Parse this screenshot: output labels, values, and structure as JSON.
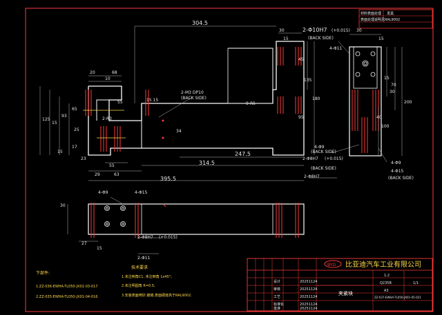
{
  "drawing": {
    "top_view": {
      "dims": [
        "304.5",
        "30",
        "15",
        "45",
        "135",
        "180",
        "95",
        "247.5",
        "314.5",
        "395.5",
        "9-R5",
        "20",
        "68",
        "10",
        "55",
        "65",
        "93",
        "125",
        "15",
        "25",
        "17",
        "15",
        "23",
        "29",
        "63",
        "55",
        "2-R3",
        "34",
        "15 15"
      ],
      "notes": {
        "m3_line1": "2-M3 DP10",
        "m3_line2": "(BACK SIDE)"
      }
    },
    "side_view": {
      "dims": [
        "30",
        "15",
        "4-Φ11",
        "15",
        "30",
        "70",
        "200",
        "100",
        "40",
        "4-Φ9",
        "4-Φ15",
        "2-Φ8H7"
      ],
      "notes": {
        "hole1": "2-Φ10H7",
        "tol1": "(+0.015)",
        "back1": "(BACK SIDE)",
        "hole_a": "4-Φ9",
        "back_a": "(BACK SIDE)",
        "hole_b": "2-Φ8H7",
        "tol_b": "(+0.015)",
        "back_b": "(BACK SIDE)",
        "hole_c": "4-Φ9",
        "hole_d": "4-Φ15",
        "back_d": "(BACK SIDE)"
      }
    },
    "bottom_view": {
      "dims": [
        "4-Φ9",
        "4-Φ15",
        "30",
        "27",
        "15"
      ],
      "notes": {
        "hole": "2-Φ8H7",
        "tol": "(+0.015)",
        "hole2": "2-Φ11"
      }
    }
  },
  "left_notes": {
    "title": "下部件:",
    "lines": [
      "1.ZZ-036-EWHA-TL050-JX01-03-017",
      "2.ZZ-035-EWHA-TL050-JX01-04-016"
    ]
  },
  "tech_req": {
    "title": "技术要求",
    "lines": [
      "1.未注倒角C1, 未注倒角 1x45°;",
      "2.未注明圆角 R=0.5;",
      "3.安装表面喷砂,镀铬,表面硬度高于RAL9002."
    ]
  },
  "title_block": {
    "company": "比亚迪汽车工业有限公司",
    "logo": "BYD",
    "part_name": "夹紧块",
    "rows": [
      {
        "label": "设计",
        "date": "20251124"
      },
      {
        "label": "审核",
        "date": "20251124"
      },
      {
        "label": "工艺",
        "date": "20251124"
      },
      {
        "label": "标准化",
        "date": "20251124"
      },
      {
        "label": "批准",
        "date": "20251124"
      }
    ],
    "scale": "1:2",
    "material": "Q235B",
    "sheet_size": "A3",
    "sheet": "1/1",
    "drawing_no": "ZZ-037-EWHA-TL050-JX01-05-021"
  },
  "top_right_table": {
    "rows": [
      "材料表面处理",
      "发黑",
      "表面处理说明见RAL9002"
    ]
  },
  "colors": {
    "background": "#000000",
    "geometry": "#ffffff",
    "dimension": "#e8e8e8",
    "accent": "#ff3a3a",
    "note": "#ffd84a",
    "frame": "#ff3a3a"
  }
}
